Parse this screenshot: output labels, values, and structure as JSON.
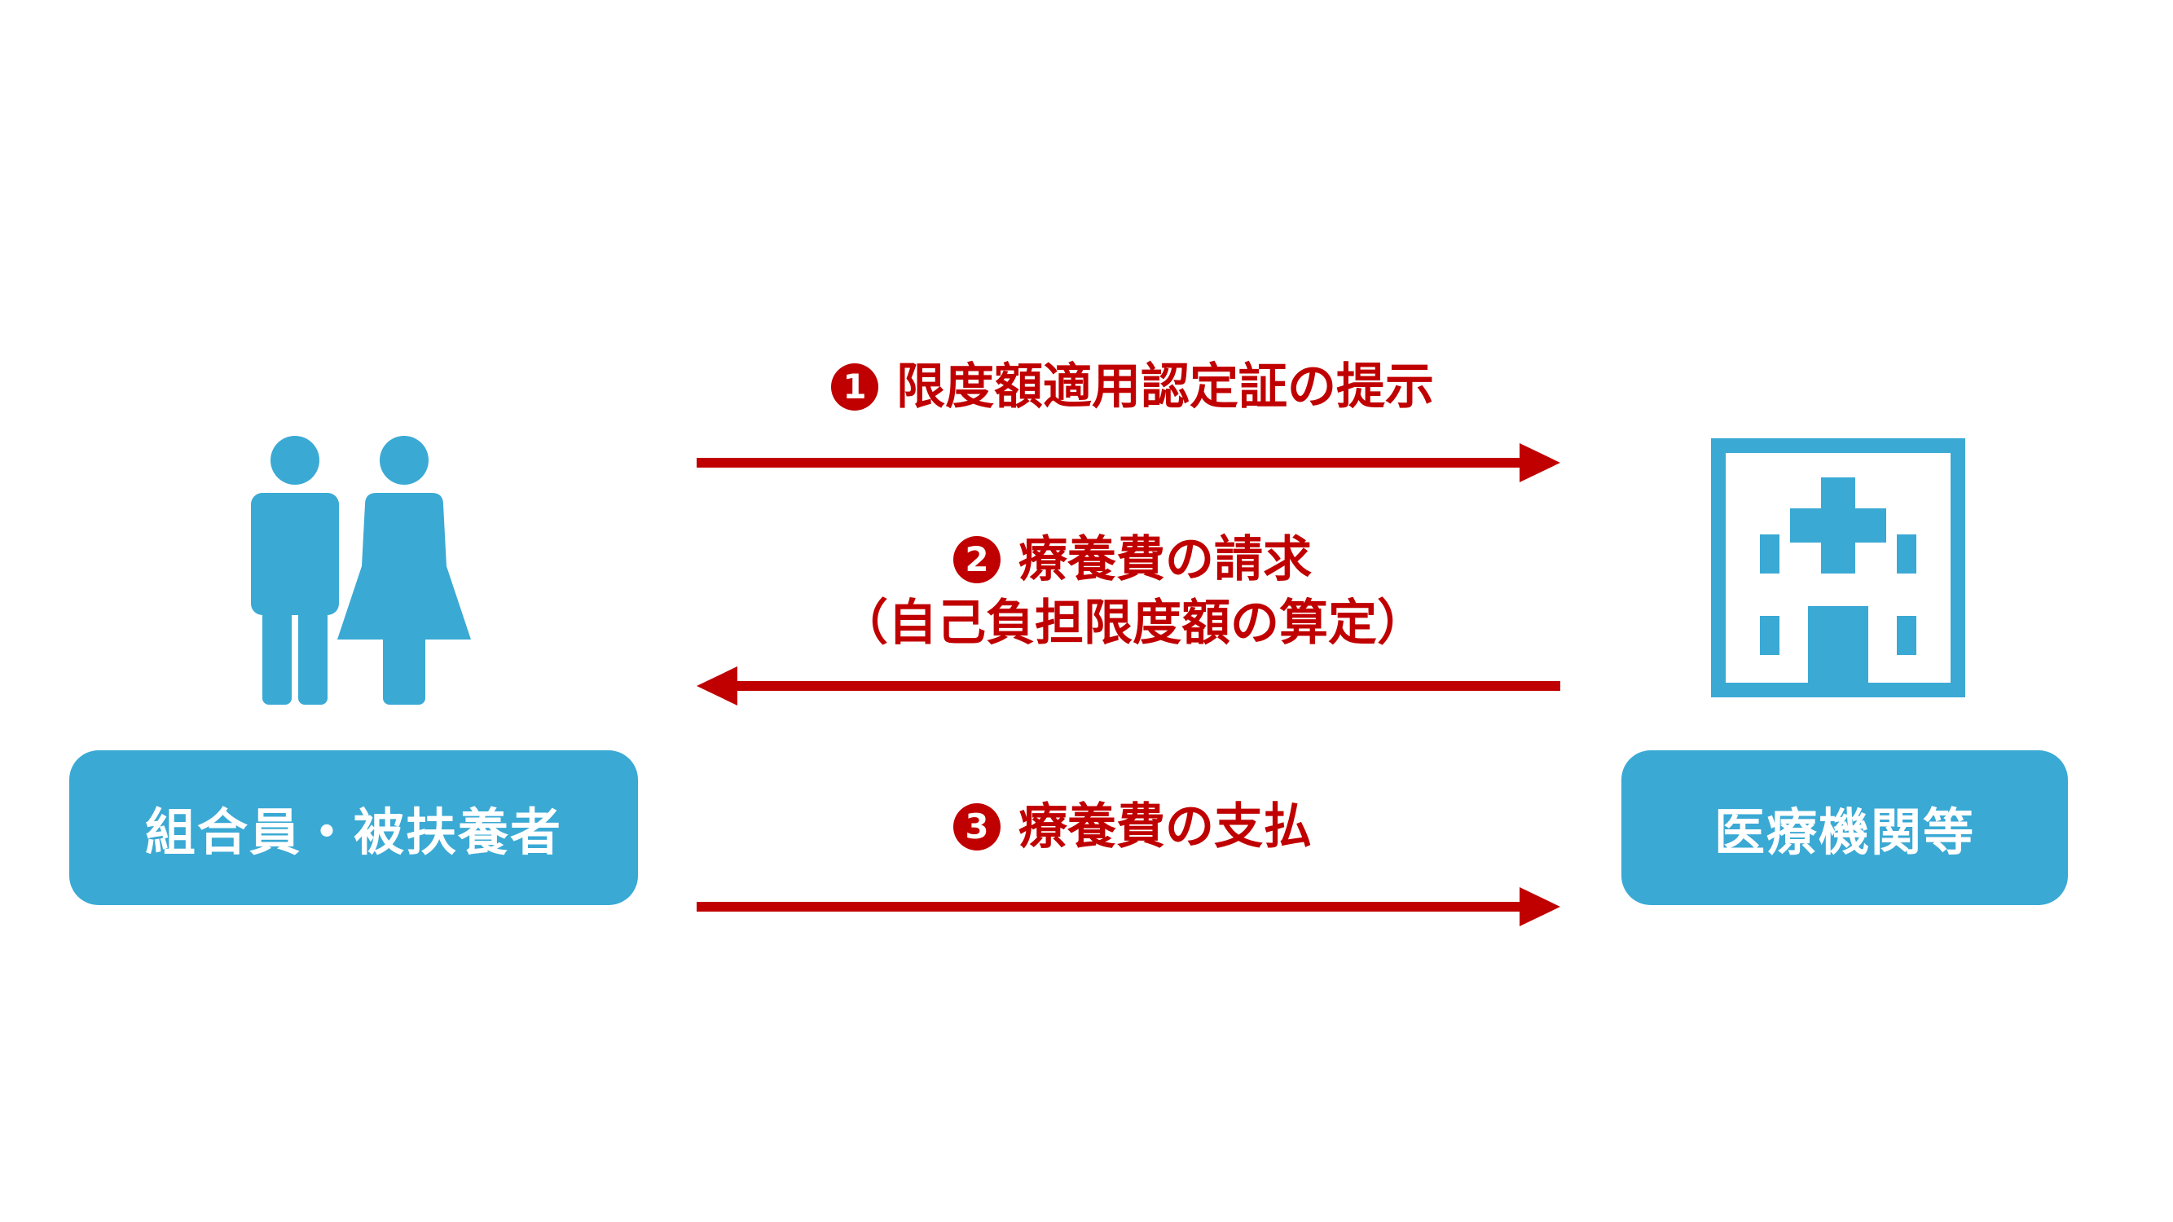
{
  "colors": {
    "accent": "#3aa9d4",
    "arrow": "#c00000",
    "text_on_box": "#ffffff"
  },
  "left_actor": {
    "icon": "people-icon",
    "label": "組合員・被扶養者"
  },
  "right_actor": {
    "icon": "hospital-icon",
    "label": "医療機関等"
  },
  "steps": [
    {
      "number": "1",
      "label": "限度額適用認定証の提示",
      "sublabel": "",
      "direction": "right"
    },
    {
      "number": "2",
      "label": "療養費の請求",
      "sublabel": "（自己負担限度額の算定）",
      "direction": "left"
    },
    {
      "number": "3",
      "label": "療養費の支払",
      "sublabel": "",
      "direction": "right"
    }
  ]
}
